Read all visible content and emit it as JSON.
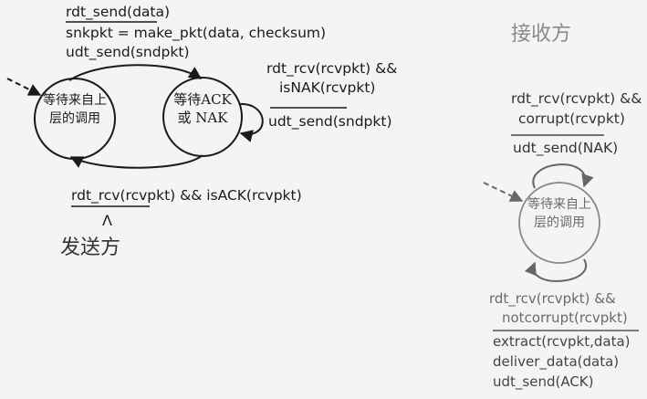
{
  "sender": {
    "title": "发送方",
    "states": {
      "wait_call": {
        "line1": "等待来自上",
        "line2": "层的调用"
      },
      "wait_ack": {
        "line1": "等待ACK",
        "line2": "或 NAK"
      }
    },
    "transitions": {
      "send": {
        "event": "rdt_send(data)",
        "action1": "snkpkt = make_pkt(data, checksum)",
        "action2": "udt_send(sndpkt)"
      },
      "nak": {
        "event1": "rdt_rcv(rcvpkt) &&",
        "event2": "isNAK(rcvpkt)",
        "action": "udt_send(sndpkt)"
      },
      "ack": {
        "event": "rdt_rcv(rcvpkt) && isACK(rcvpkt)",
        "action": "Λ"
      }
    }
  },
  "receiver": {
    "title": "接收方",
    "states": {
      "wait_call": {
        "line1": "等待来自上",
        "line2": "层的调用"
      }
    },
    "transitions": {
      "corrupt": {
        "event1": "rdt_rcv(rcvpkt) &&",
        "event2": "corrupt(rcvpkt)",
        "action": "udt_send(NAK)"
      },
      "notcorrupt": {
        "event1": "rdt_rcv(rcvpkt) &&",
        "event2": "notcorrupt(rcvpkt)",
        "action1": "extract(rcvpkt,data)",
        "action2": "deliver_data(data)",
        "action3": "udt_send(ACK)"
      }
    }
  }
}
